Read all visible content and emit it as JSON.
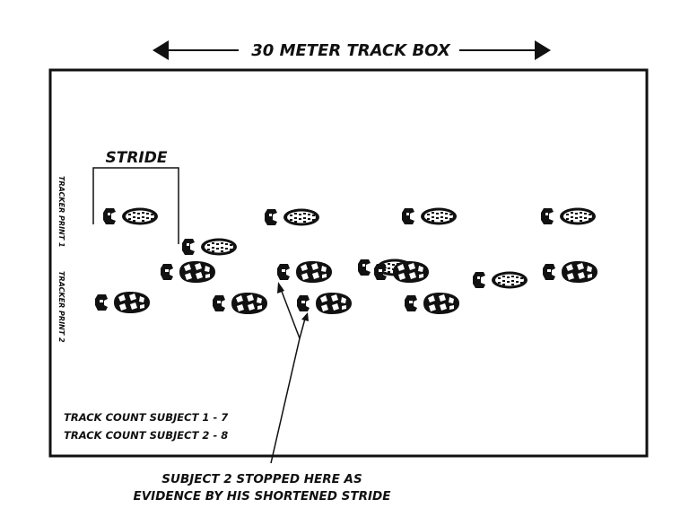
{
  "header": {
    "title": "30 METER TRACK BOX"
  },
  "labels": {
    "stride": "STRIDE",
    "tracker_print_1": "TRACKER PRINT 1",
    "tracker_print_2": "TRACKER PRINT 2"
  },
  "counts": {
    "subject_1": "TRACK COUNT SUBJECT 1 - 7",
    "subject_2": "TRACK COUNT SUBJECT 2 - 8"
  },
  "caption": {
    "line_1": "SUBJECT 2 STOPPED HERE AS",
    "line_2": "EVIDENCE BY HIS SHORTENED STRIDE"
  },
  "colors": {
    "ink": "#111111",
    "paper": "#ffffff"
  },
  "footprints": {
    "subject_1": {
      "style": "lug-sole",
      "count": 7
    },
    "subject_2": {
      "style": "pattern-sole",
      "count": 8
    }
  }
}
